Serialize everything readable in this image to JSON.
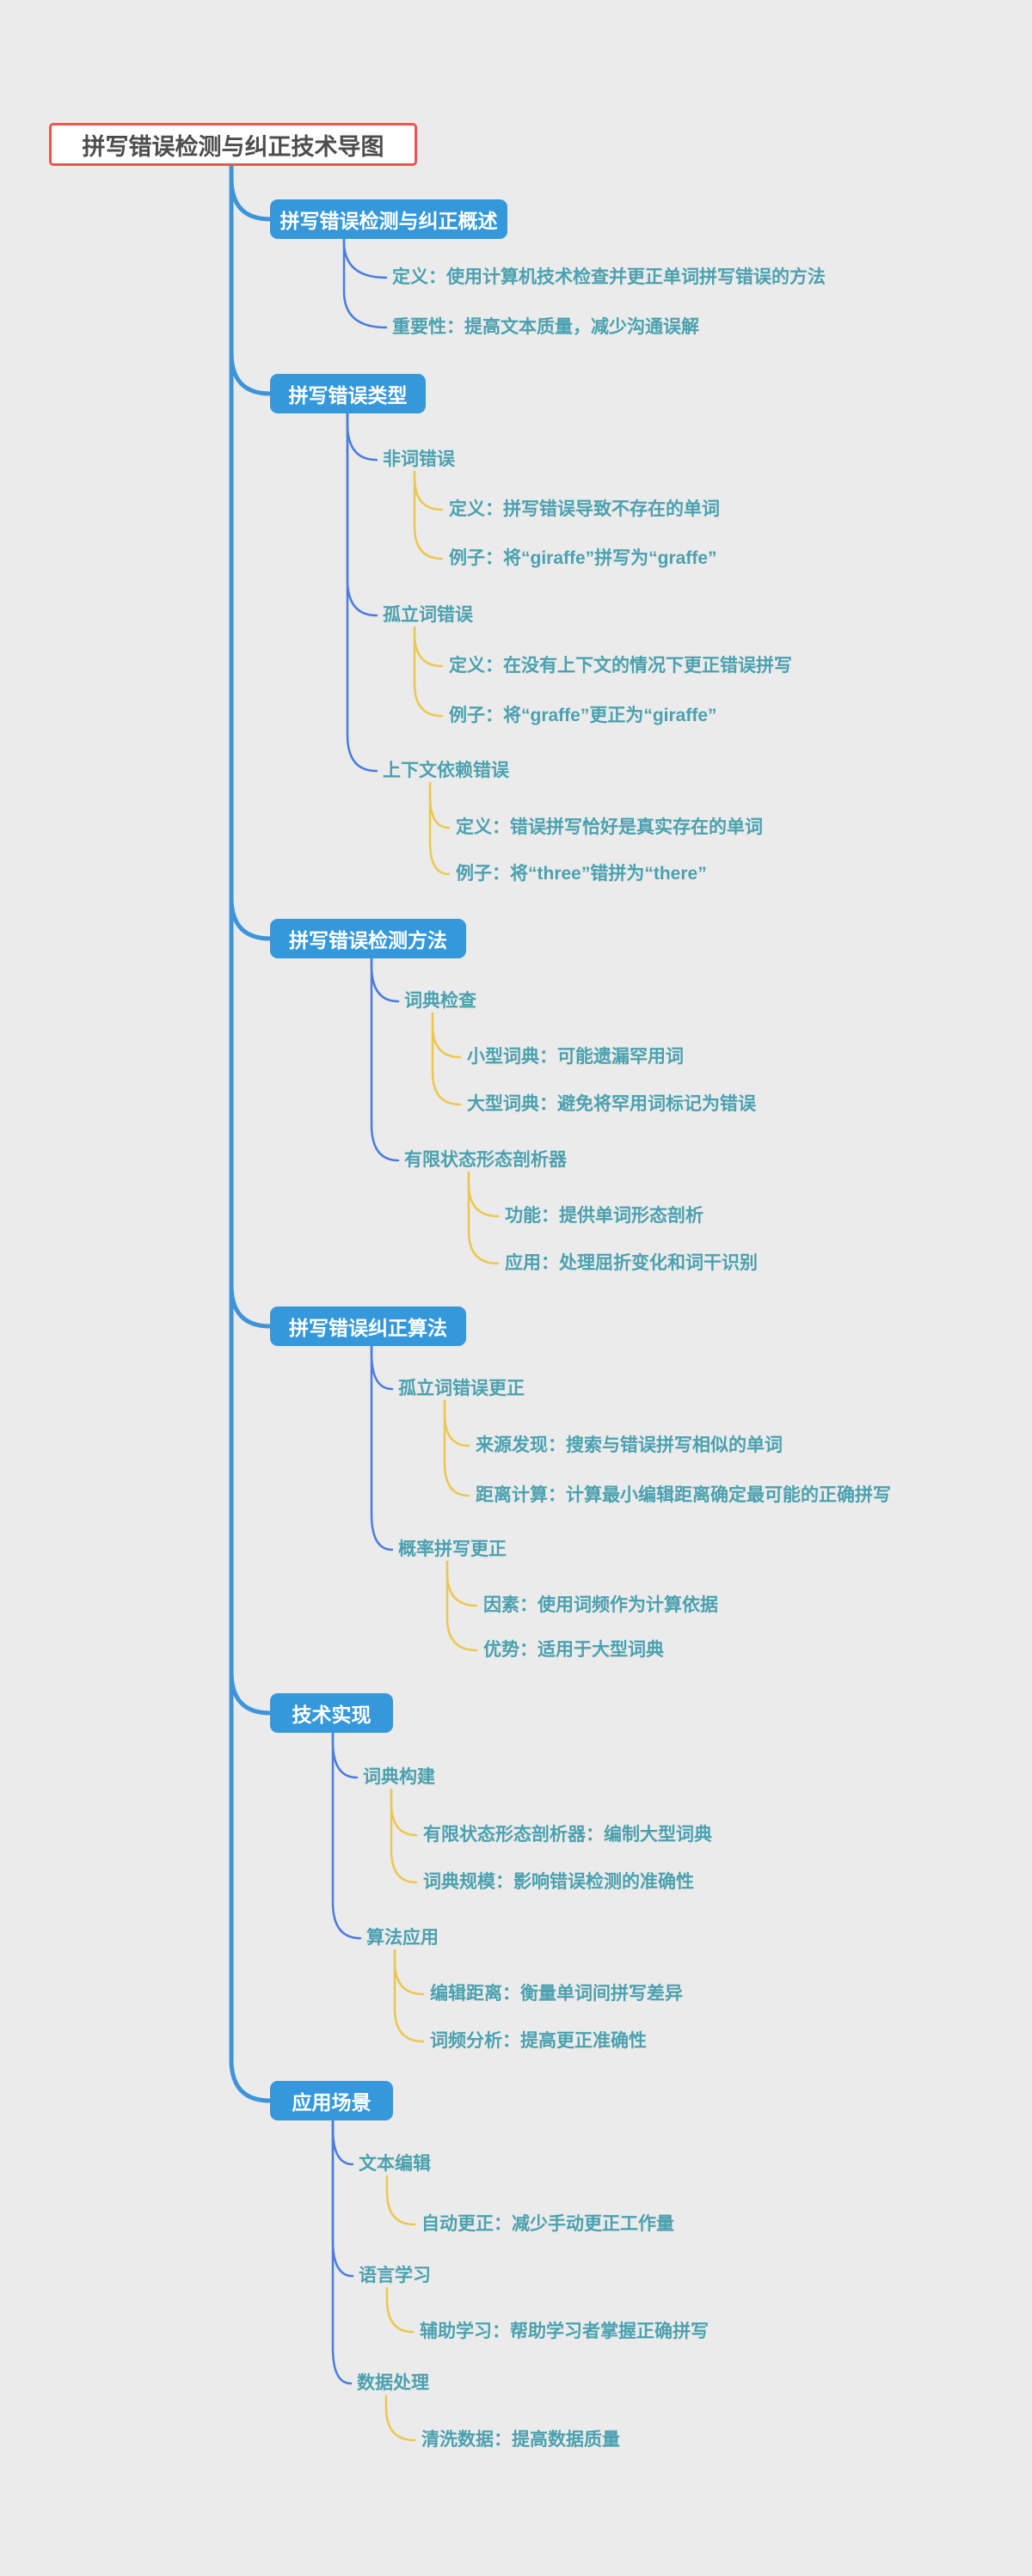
{
  "title": "拼写错误检测与纠正技术导图",
  "colors": {
    "background": "#ebebeb",
    "node_bg": "#3598db",
    "node_text": "#ffffff",
    "topic_text": "#4ba1af",
    "trunk_line": "#3e94da",
    "child_line": "#4b7ce0",
    "grandchild_line": "#ecc750",
    "title_border": "#ee5450",
    "title_text": "#4d4d4d"
  },
  "branches": [
    {
      "id": "overview",
      "label": "拼写错误检测与纠正概述",
      "children": [
        {
          "label": "定义：使用计算机技术检查并更正单词拼写错误的方法",
          "children": []
        },
        {
          "label": "重要性：提高文本质量，减少沟通误解",
          "children": []
        }
      ]
    },
    {
      "id": "error-types",
      "label": "拼写错误类型",
      "children": [
        {
          "label": "非词错误",
          "children": [
            {
              "label": "定义：拼写错误导致不存在的单词"
            },
            {
              "label": "例子：将“giraffe”拼写为“graffe”"
            }
          ]
        },
        {
          "label": "孤立词错误",
          "children": [
            {
              "label": "定义：在没有上下文的情况下更正错误拼写"
            },
            {
              "label": "例子：将“graffe”更正为“giraffe”"
            }
          ]
        },
        {
          "label": "上下文依赖错误",
          "children": [
            {
              "label": "定义：错误拼写恰好是真实存在的单词"
            },
            {
              "label": "例子：将“three”错拼为“there”"
            }
          ]
        }
      ]
    },
    {
      "id": "detection-methods",
      "label": "拼写错误检测方法",
      "children": [
        {
          "label": "词典检查",
          "children": [
            {
              "label": "小型词典：可能遗漏罕用词"
            },
            {
              "label": "大型词典：避免将罕用词标记为错误"
            }
          ]
        },
        {
          "label": "有限状态形态剖析器",
          "children": [
            {
              "label": "功能：提供单词形态剖析"
            },
            {
              "label": "应用：处理屈折变化和词干识别"
            }
          ]
        }
      ]
    },
    {
      "id": "correction-algorithms",
      "label": "拼写错误纠正算法",
      "children": [
        {
          "label": "孤立词错误更正",
          "children": [
            {
              "label": "来源发现：搜索与错误拼写相似的单词"
            },
            {
              "label": "距离计算：计算最小编辑距离确定最可能的正确拼写"
            }
          ]
        },
        {
          "label": "概率拼写更正",
          "children": [
            {
              "label": "因素：使用词频作为计算依据"
            },
            {
              "label": "优势：适用于大型词典"
            }
          ]
        }
      ]
    },
    {
      "id": "implementation",
      "label": "技术实现",
      "children": [
        {
          "label": "词典构建",
          "children": [
            {
              "label": "有限状态形态剖析器：编制大型词典"
            },
            {
              "label": "词典规模：影响错误检测的准确性"
            }
          ]
        },
        {
          "label": "算法应用",
          "children": [
            {
              "label": "编辑距离：衡量单词间拼写差异"
            },
            {
              "label": "词频分析：提高更正准确性"
            }
          ]
        }
      ]
    },
    {
      "id": "application-scenarios",
      "label": "应用场景",
      "children": [
        {
          "label": "文本编辑",
          "children": [
            {
              "label": "自动更正：减少手动更正工作量"
            }
          ]
        },
        {
          "label": "语言学习",
          "children": [
            {
              "label": "辅助学习：帮助学习者掌握正确拼写"
            }
          ]
        },
        {
          "label": "数据处理",
          "children": [
            {
              "label": "清洗数据：提高数据质量"
            }
          ]
        }
      ]
    }
  ]
}
